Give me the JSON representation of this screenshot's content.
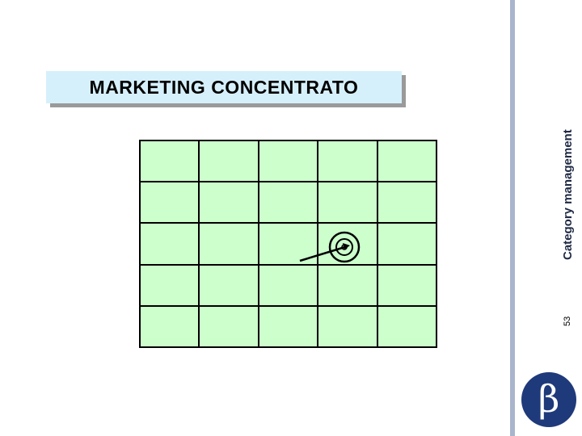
{
  "slide": {
    "title": "MARKETING CONCENTRATO",
    "side_label": "Category management",
    "page_number": "53"
  },
  "grid": {
    "rows": 5,
    "columns": 5,
    "cell_color": "#ccffcc",
    "title_bg": "#d6f0fb"
  },
  "target": {
    "icon": "target-icon",
    "row": 3,
    "column": 4
  },
  "logo": {
    "icon": "beta-logo-icon",
    "glyph": "β",
    "color": "#1f3a7a"
  }
}
